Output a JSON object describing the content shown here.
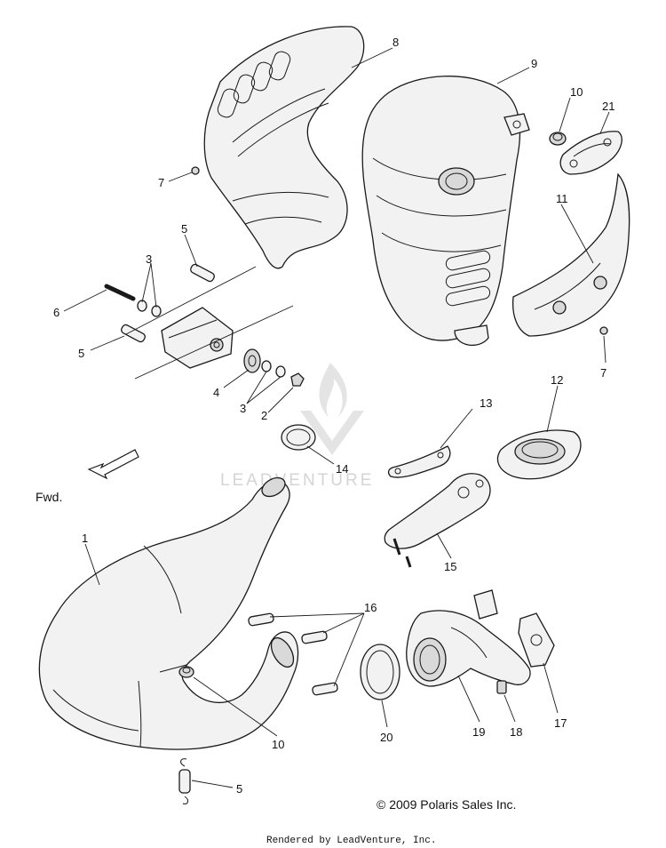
{
  "direction_label": "Fwd.",
  "copyright": "© 2009 Polaris Sales Inc.",
  "footer": "Rendered by LeadVenture, Inc.",
  "watermark": "LEADVENTURE",
  "callouts": {
    "c1": "1",
    "c2": "2",
    "c3a": "3",
    "c3b": "3",
    "c4": "4",
    "c5a": "5",
    "c5b": "5",
    "c5c": "5",
    "c6": "6",
    "c7a": "7",
    "c7b": "7",
    "c8": "8",
    "c9": "9",
    "c10a": "10",
    "c10b": "10",
    "c11": "11",
    "c12": "12",
    "c13": "13",
    "c14": "14",
    "c15": "15",
    "c16": "16",
    "c17": "17",
    "c18": "18",
    "c19": "19",
    "c20": "20",
    "c21": "21"
  }
}
